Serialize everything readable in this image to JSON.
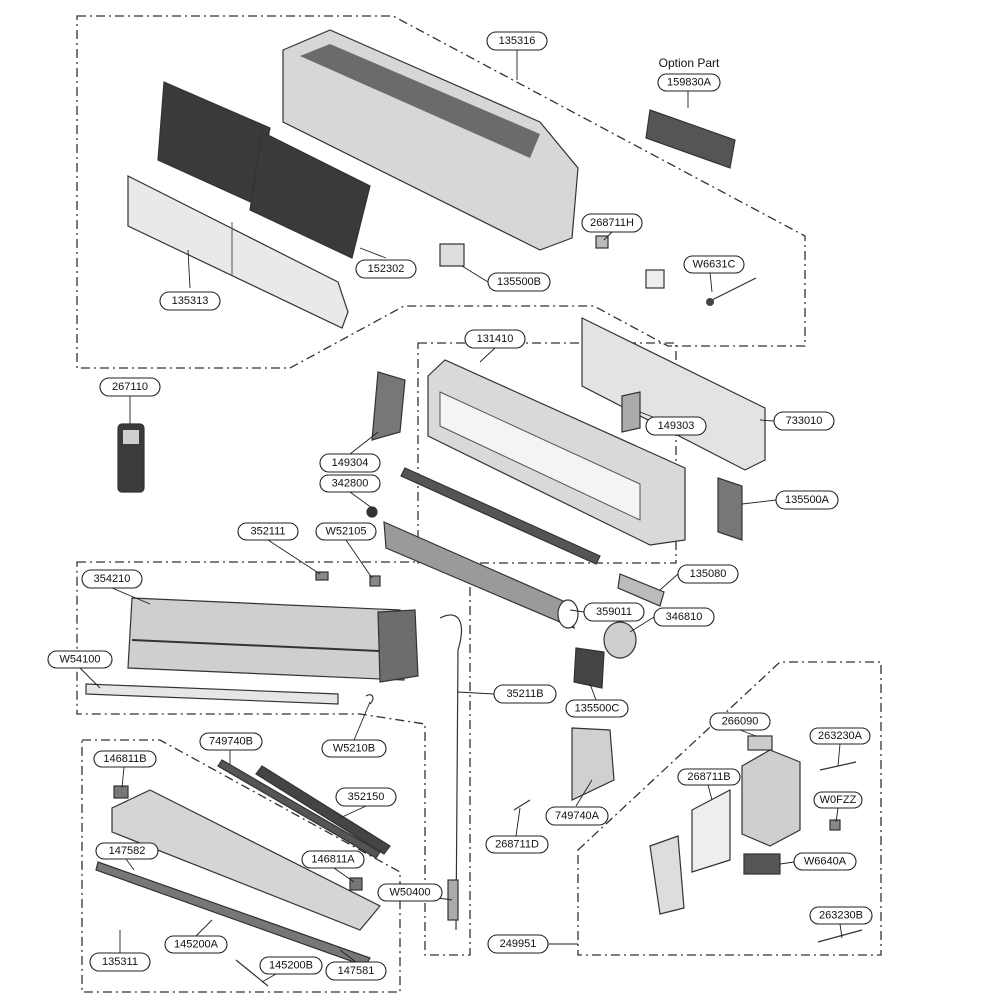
{
  "diagram": {
    "option_caption": "Option Part",
    "labels": {
      "p135316": "135316",
      "p159830A": "159830A",
      "p268711H": "268711H",
      "pW6631C": "W6631C",
      "p135500B": "135500B",
      "p152302": "152302",
      "p135313": "135313",
      "p267110": "267110",
      "p131410": "131410",
      "p733010": "733010",
      "p149303": "149303",
      "p149304": "149304",
      "p342800": "342800",
      "p135500A": "135500A",
      "p352111": "352111",
      "pW52105": "W52105",
      "p135080": "135080",
      "p354210": "354210",
      "p359011": "359011",
      "p346810": "346810",
      "pW54100": "W54100",
      "p35211B": "35211B",
      "p135500C": "135500C",
      "pW5210B": "W5210B",
      "p749740B": "749740B",
      "p146811B": "146811B",
      "p352150": "352150",
      "p147582": "147582",
      "p146811A": "146811A",
      "pW50400": "W50400",
      "p145200A": "145200A",
      "p145200B": "145200B",
      "p147581": "147581",
      "p135311": "135311",
      "p266090": "266090",
      "p263230A": "263230A",
      "p268711B": "268711B",
      "pW0FZZ": "W0FZZ",
      "pW6640A": "W6640A",
      "p749740A": "749740A",
      "p268711D": "268711D",
      "p263230B": "263230B",
      "p249951": "249951"
    }
  }
}
